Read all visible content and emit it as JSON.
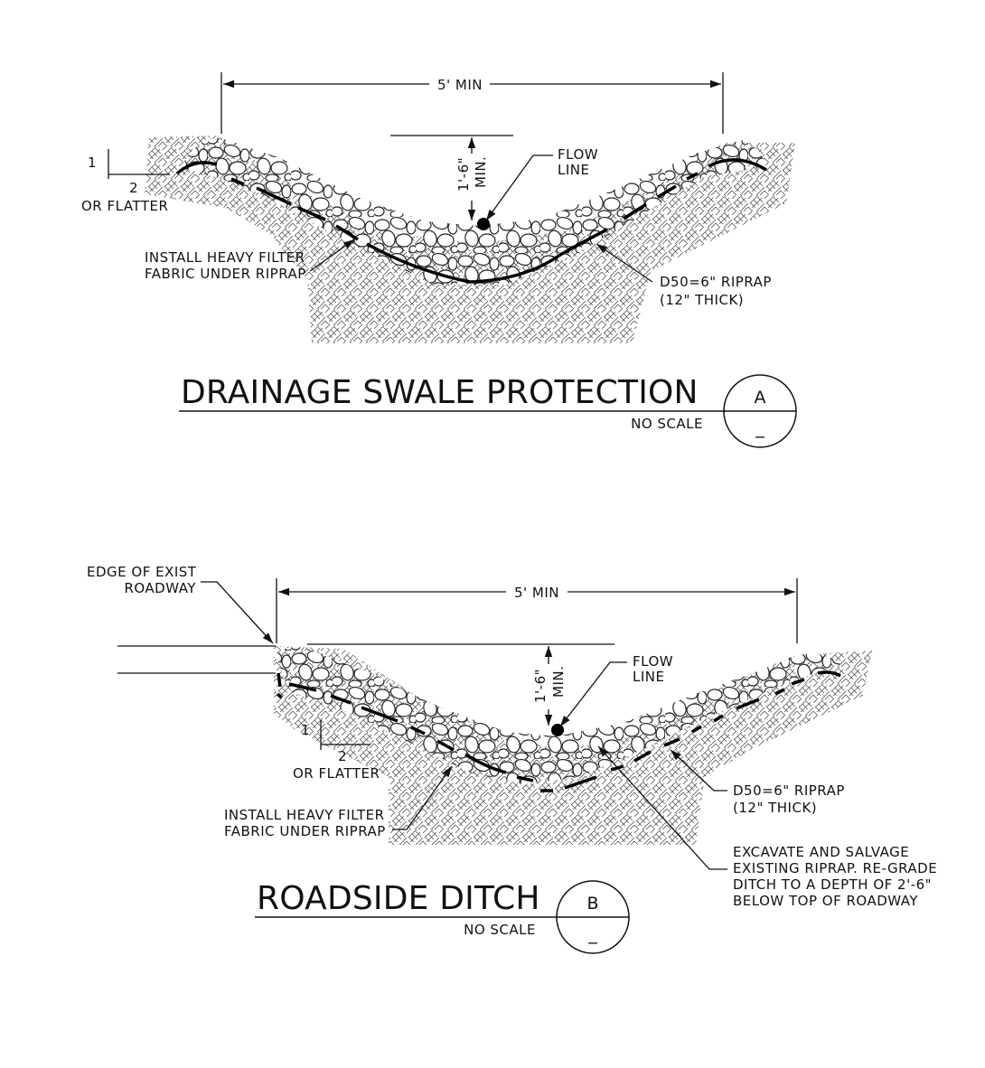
{
  "detail_a": {
    "dimension_width": "5' MIN",
    "dimension_depth": "1'-6\"",
    "dimension_depth_min": "MIN.",
    "flow_line_1": "FLOW",
    "flow_line_2": "LINE",
    "slope_rise": "1",
    "slope_run": "2",
    "slope_note": "OR FLATTER",
    "fabric_note_1": "INSTALL HEAVY FILTER",
    "fabric_note_2": "FABRIC UNDER RIPRAP",
    "riprap_note_1": "D50=6\" RIPRAP",
    "riprap_note_2": "(12\" THICK)",
    "title": "DRAINAGE SWALE PROTECTION",
    "scale": "NO SCALE",
    "bubble_letter": "A",
    "bubble_sheet": "_"
  },
  "detail_b": {
    "edge_note_1": "EDGE OF EXIST",
    "edge_note_2": "ROADWAY",
    "dimension_width": "5' MIN",
    "dimension_depth": "1'-6\"",
    "dimension_depth_min": "MIN.",
    "flow_line_1": "FLOW",
    "flow_line_2": "LINE",
    "slope_rise": "1",
    "slope_run": "2",
    "slope_note": "OR FLATTER",
    "fabric_note_1": "INSTALL HEAVY FILTER",
    "fabric_note_2": "FABRIC UNDER RIPRAP",
    "riprap_note_1": "D50=6\" RIPRAP",
    "riprap_note_2": "(12\" THICK)",
    "excavate_note_1": "EXCAVATE AND SALVAGE",
    "excavate_note_2": "EXISTING RIPRAP. RE-GRADE",
    "excavate_note_3": "DITCH TO A DEPTH OF 2'-6\"",
    "excavate_note_4": "BELOW TOP OF ROADWAY",
    "title": "ROADSIDE DITCH",
    "scale": "NO SCALE",
    "bubble_letter": "B",
    "bubble_sheet": "_"
  }
}
